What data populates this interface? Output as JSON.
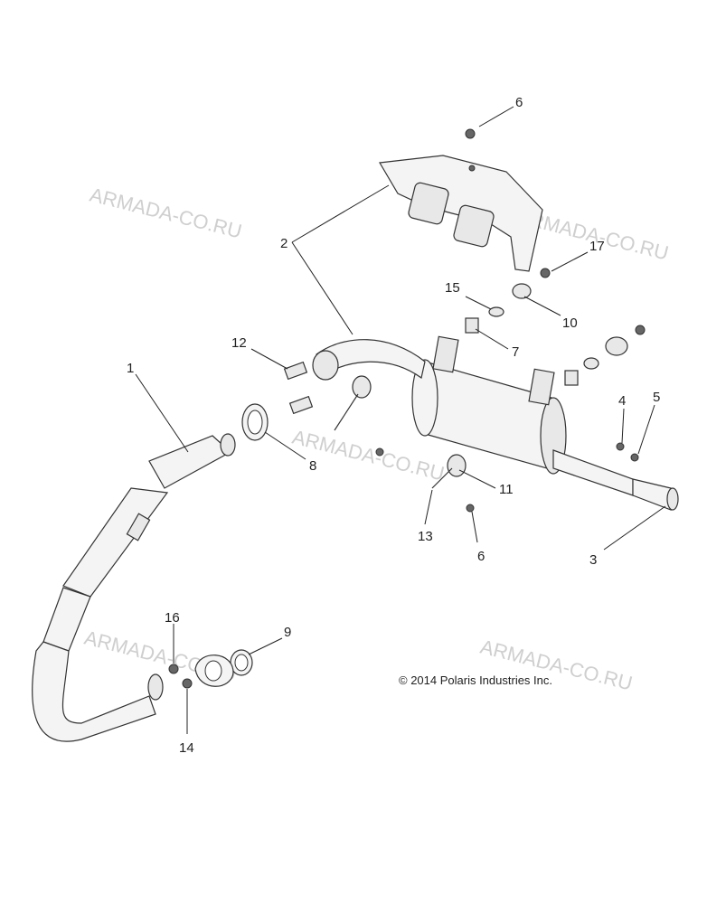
{
  "watermark_text": "ARMADA-CO.RU",
  "copyright": "© 2014 Polaris Industries Inc.",
  "callouts": {
    "c1": "1",
    "c2": "2",
    "c3": "3",
    "c4": "4",
    "c5": "5",
    "c6a": "6",
    "c6b": "6",
    "c7": "7",
    "c8": "8",
    "c9": "9",
    "c10": "10",
    "c11": "11",
    "c12": "12",
    "c13": "13",
    "c14": "14",
    "c15": "15",
    "c16": "16",
    "c17": "17"
  }
}
